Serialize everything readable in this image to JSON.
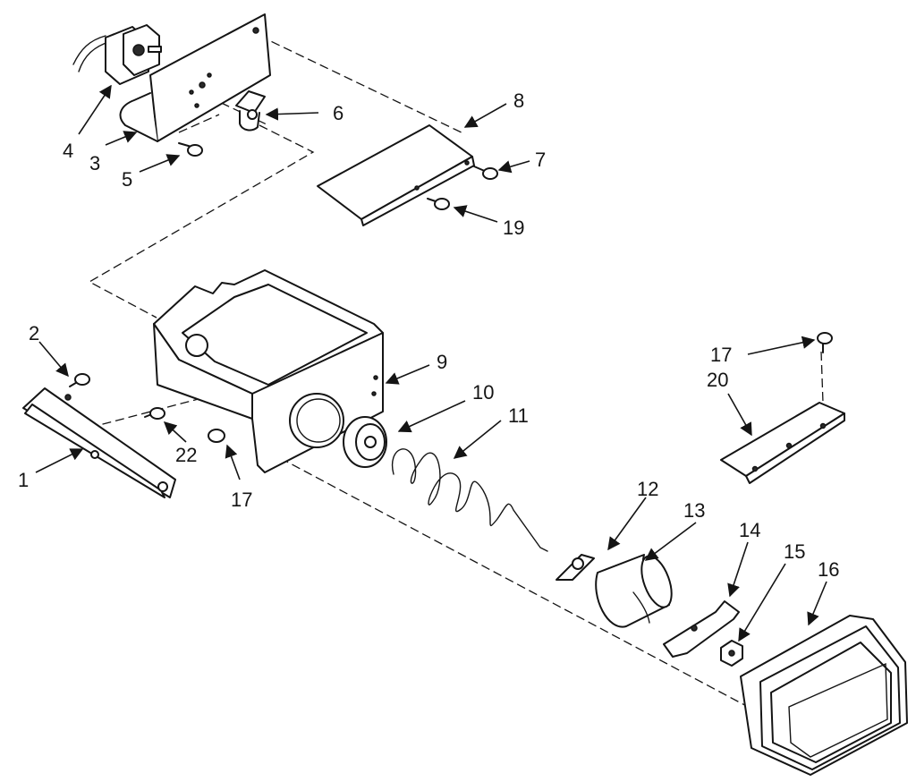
{
  "callouts": {
    "c1": "1",
    "c2": "2",
    "c3": "3",
    "c4": "4",
    "c5": "5",
    "c6": "6",
    "c7": "7",
    "c8": "8",
    "c9": "9",
    "c10": "10",
    "c11": "11",
    "c12": "12",
    "c13": "13",
    "c14": "14",
    "c15": "15",
    "c16": "16",
    "c17a": "17",
    "c17b": "17",
    "c19": "19",
    "c20": "20",
    "c22": "22"
  }
}
